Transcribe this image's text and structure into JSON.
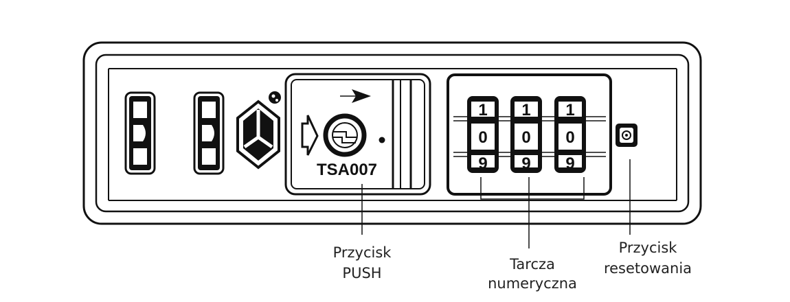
{
  "diagram": {
    "model_text": "TSA007",
    "dial_digits": {
      "top": [
        "1",
        "1",
        "1"
      ],
      "middle": [
        "0",
        "0",
        "0"
      ],
      "bottom": [
        "9",
        "9",
        "9"
      ]
    },
    "labels": {
      "push_button": {
        "line1": "Przycisk",
        "line2": "PUSH"
      },
      "dial": {
        "line1": "Tarcza",
        "line2": "numeryczna"
      },
      "reset_button": {
        "line1": "Przycisk",
        "line2": "resetowania"
      }
    },
    "colors": {
      "stroke": "#111111",
      "background": "#ffffff"
    }
  }
}
